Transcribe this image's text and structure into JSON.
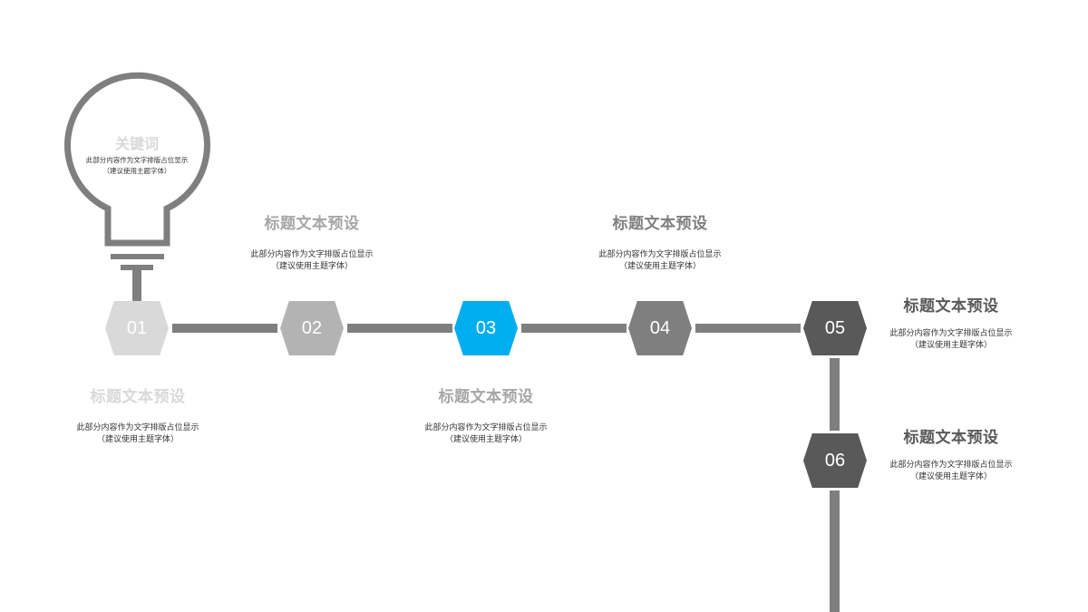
{
  "colors": {
    "line": "#7f7f7f",
    "hex_01": "#d9d9d9",
    "hex_02": "#b3b3b3",
    "hex_03": "#00aeef",
    "hex_04": "#7f7f7f",
    "hex_05": "#595959",
    "hex_06": "#595959",
    "title_light": "#d9d9d9",
    "title_mid": "#a6a6a6",
    "title_dark": "#7f7f7f",
    "title_darker": "#595959"
  },
  "bulb": {
    "keyword": "关键词",
    "desc_line1": "此部分内容作为文字排版占位显示",
    "desc_line2": "（建议使用主题字体）"
  },
  "steps": [
    {
      "number": "01",
      "title": "标题文本预设",
      "desc_line1": "此部分内容作为文字排版占位显示",
      "desc_line2": "（建议使用主题字体）"
    },
    {
      "number": "02",
      "title": "标题文本预设",
      "desc_line1": "此部分内容作为文字排版占位显示",
      "desc_line2": "（建议使用主题字体）"
    },
    {
      "number": "03",
      "title": "标题文本预设",
      "desc_line1": "此部分内容作为文字排版占位显示",
      "desc_line2": "（建议使用主题字体）"
    },
    {
      "number": "04",
      "title": "标题文本预设",
      "desc_line1": "此部分内容作为文字排版占位显示",
      "desc_line2": "（建议使用主题字体）"
    },
    {
      "number": "05",
      "title": "标题文本预设",
      "desc_line1": "此部分内容作为文字排版占位显示",
      "desc_line2": "（建议使用主题字体）"
    },
    {
      "number": "06",
      "title": "标题文本预设",
      "desc_line1": "此部分内容作为文字排版占位显示",
      "desc_line2": "（建议使用主题字体）"
    }
  ]
}
